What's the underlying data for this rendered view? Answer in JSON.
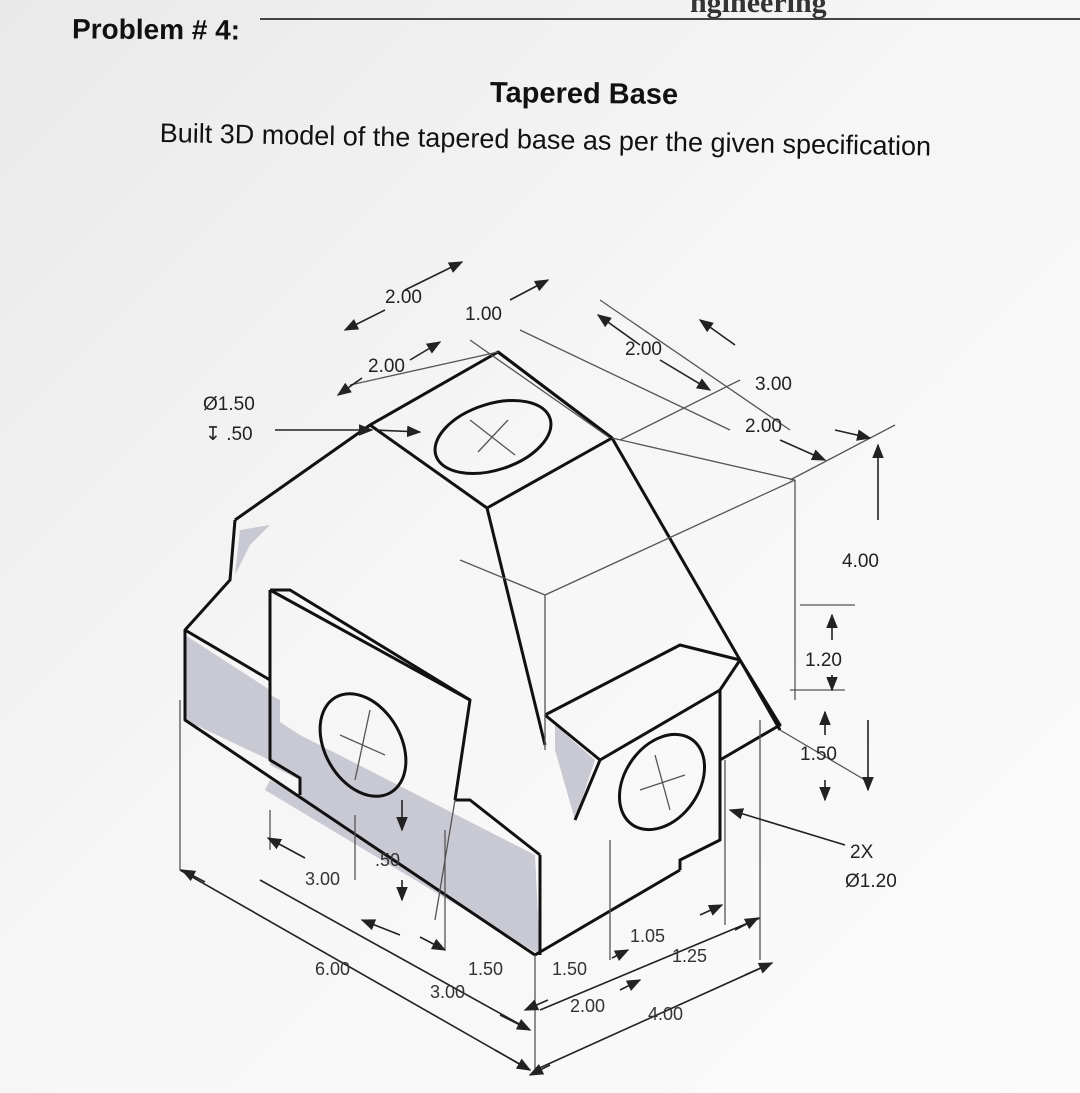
{
  "header": {
    "top_fragment": "ngineering",
    "problem_label": "Problem # 4:"
  },
  "document": {
    "title": "Tapered Base",
    "instructions": "Built 3D model of the tapered base as per the given specification"
  },
  "drawing": {
    "dimensions": {
      "top_width": "2.00",
      "top_depth": "2.00",
      "top_offset": "1.00",
      "top_offset_right": "2.00",
      "base_depth": "3.00",
      "base_depth_inner": "2.00",
      "height_total": "4.00",
      "height_upper": "1.20",
      "height_lower": "1.50",
      "left_slot": "3.00",
      "hole_offset": ".50",
      "base_width_left": "6.00",
      "left_step": "1.50",
      "left_step_total": "3.00",
      "right_step": "1.50",
      "right_step_total": "2.00",
      "slot_width": "1.05",
      "slot_offset": "1.25",
      "right_total": "4.00"
    },
    "top_hole_callout": {
      "diameter": "Ø1.50",
      "depth": "↧ .50"
    },
    "side_hole_callout": {
      "count": "2X",
      "diameter": "Ø1.20"
    }
  },
  "colors": {
    "shade": "#c9c9d4",
    "line": "#111111",
    "dim_line": "#333333"
  }
}
